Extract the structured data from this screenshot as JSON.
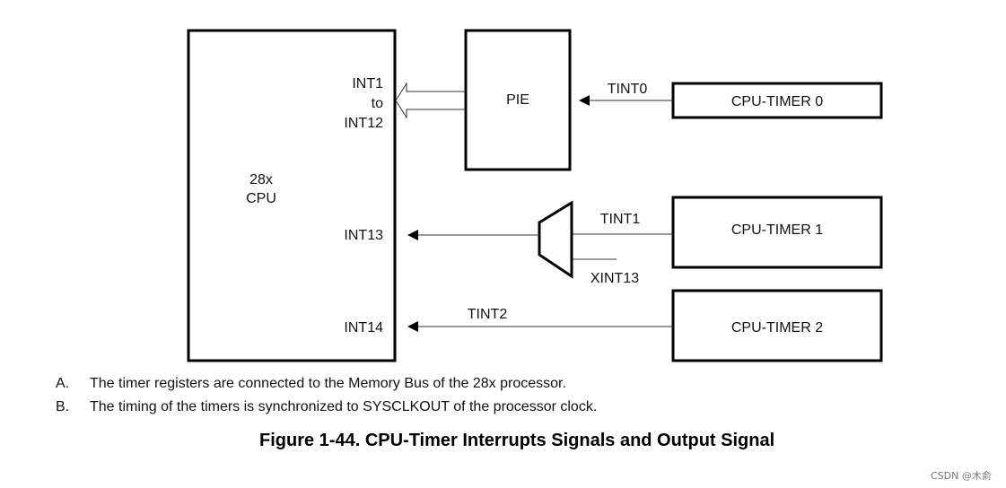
{
  "diagram": {
    "cpu": {
      "line1": "28x",
      "line2": "CPU"
    },
    "cpu_inputs": {
      "int1": "INT1",
      "to": "to",
      "int12": "INT12",
      "int13": "INT13",
      "int14": "INT14"
    },
    "pie": "PIE",
    "timers": {
      "t0": "CPU-TIMER 0",
      "t1": "CPU-TIMER 1",
      "t2": "CPU-TIMER 2"
    },
    "signals": {
      "tint0": "TINT0",
      "tint1": "TINT1",
      "xint13": "XINT13",
      "tint2": "TINT2"
    }
  },
  "notes": [
    {
      "marker": "A.",
      "text": "The timer registers are connected to the Memory Bus of the 28x processor."
    },
    {
      "marker": "B.",
      "text": "The timing of the timers is synchronized to SYSCLKOUT of the processor clock."
    }
  ],
  "caption": "Figure 1-44. CPU-Timer Interrupts Signals and Output Signal",
  "watermark": "CSDN @木俞"
}
